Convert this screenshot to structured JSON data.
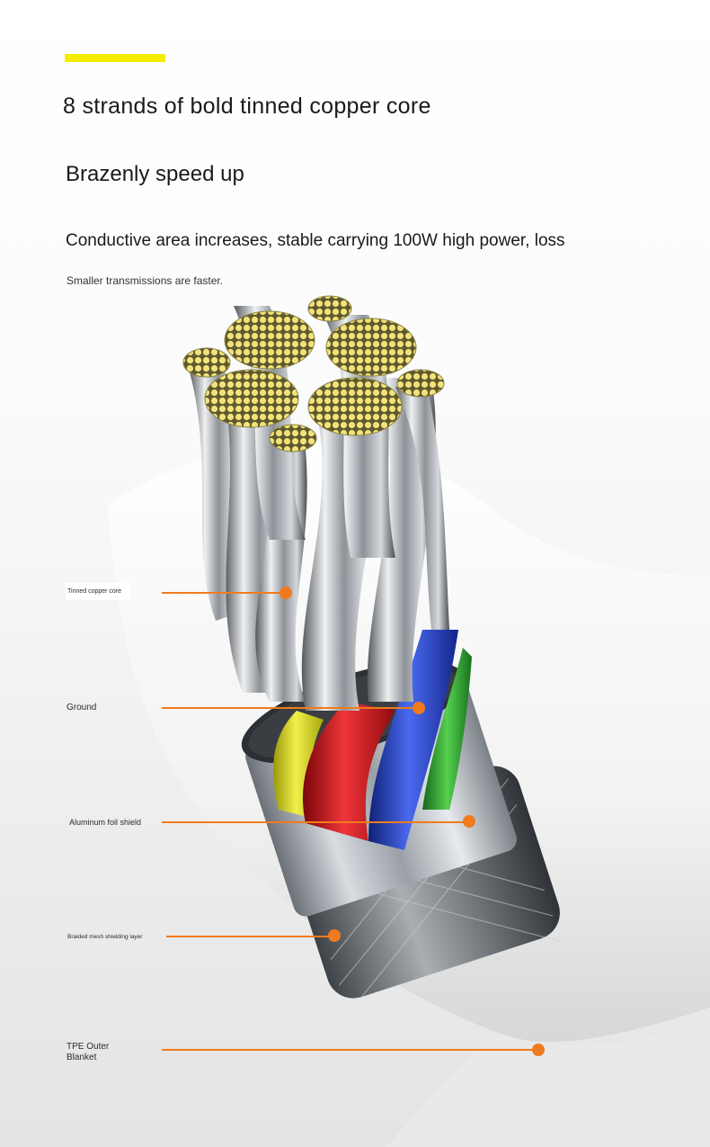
{
  "texts": {
    "title": "8 strands of bold tinned copper core",
    "subtitle": "Brazenly speed up",
    "description": "Conductive area increases, stable carrying 100W high power, loss",
    "note": "Smaller transmissions are faster."
  },
  "labels": {
    "tinned_copper": "Tinned copper core",
    "ground": "Ground",
    "aluminum": "Aluminum foil shield",
    "braided": "Braided mesh shielding layer",
    "tpe_line1": "TPE Outer",
    "tpe_line2": "Blanket"
  },
  "colors": {
    "accent": "#f6ec00",
    "callout": "#f07b1e",
    "copper_core": "#f3e27a",
    "wire_yellow": "#d8d61a",
    "wire_red": "#d8141a",
    "wire_blue": "#1f3fb8",
    "wire_green": "#2aa52a"
  }
}
